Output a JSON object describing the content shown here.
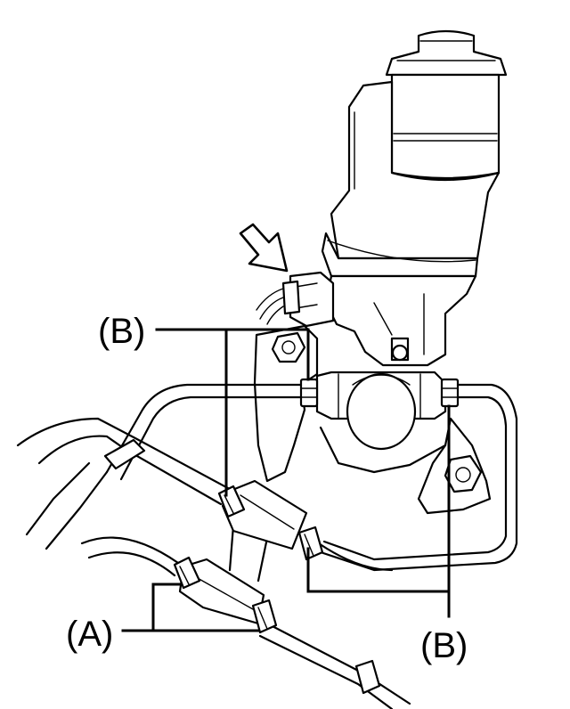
{
  "callouts": {
    "b_top": "(B)",
    "a_left": "(A)",
    "b_bottom": "(B)"
  },
  "icons": {
    "pointer_arrow": "arrow-icon"
  },
  "colors": {
    "line": "#000000",
    "background": "#ffffff"
  }
}
